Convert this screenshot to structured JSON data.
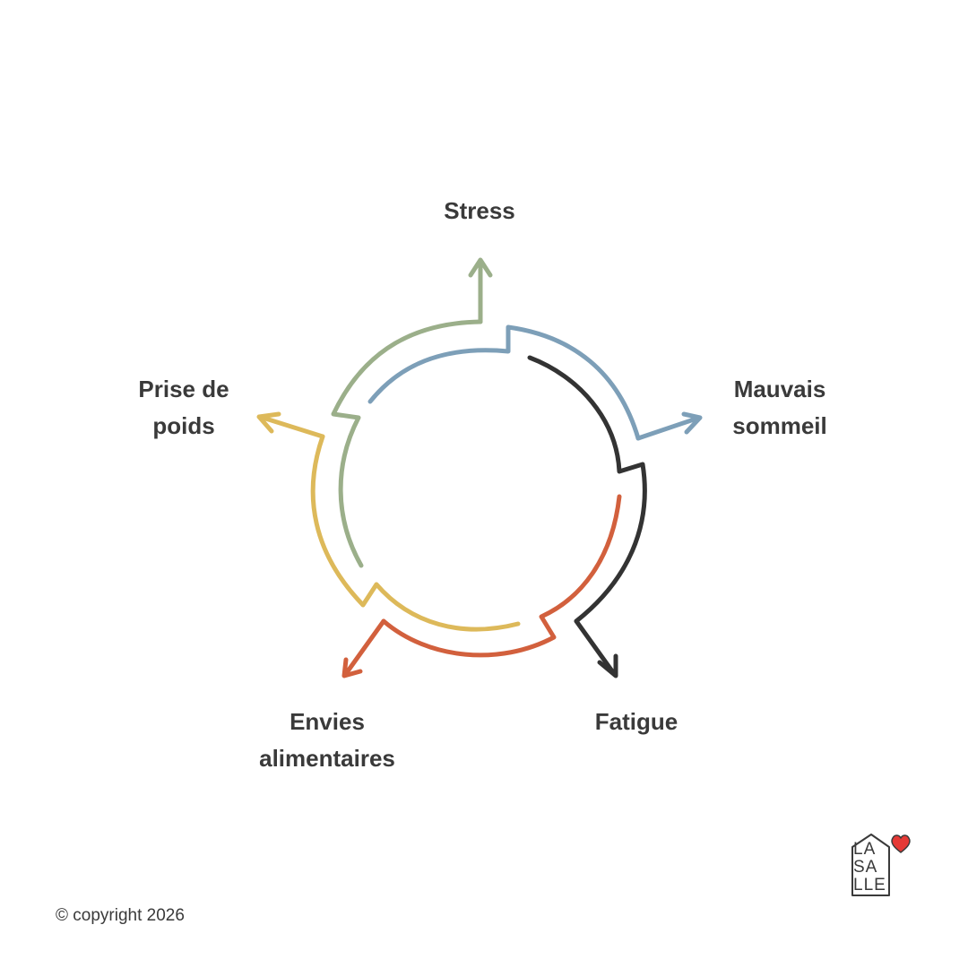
{
  "diagram": {
    "nodes": [
      {
        "id": "stress",
        "lines": [
          "Stress"
        ],
        "color": "#9BAF8A"
      },
      {
        "id": "mauvais-sommeil",
        "lines": [
          "Mauvais",
          "sommeil"
        ],
        "color": "#7D9FB8"
      },
      {
        "id": "fatigue",
        "lines": [
          "Fatigue"
        ],
        "color": "#333333"
      },
      {
        "id": "envies-alimentaires",
        "lines": [
          "Envies",
          "alimentaires"
        ],
        "color": "#D2603D"
      },
      {
        "id": "prise-de-poids",
        "lines": [
          "Prise de",
          "poids"
        ],
        "color": "#DDB95A"
      }
    ],
    "cycle_order": [
      "stress",
      "mauvais-sommeil",
      "fatigue",
      "envies-alimentaires",
      "prise-de-poids"
    ]
  },
  "footer": {
    "copyright": "© copyright 2026"
  },
  "logo": {
    "letters": [
      "LA",
      "SA",
      "LLE"
    ],
    "heart_color": "#E53935",
    "icon": "house-heart-icon"
  }
}
